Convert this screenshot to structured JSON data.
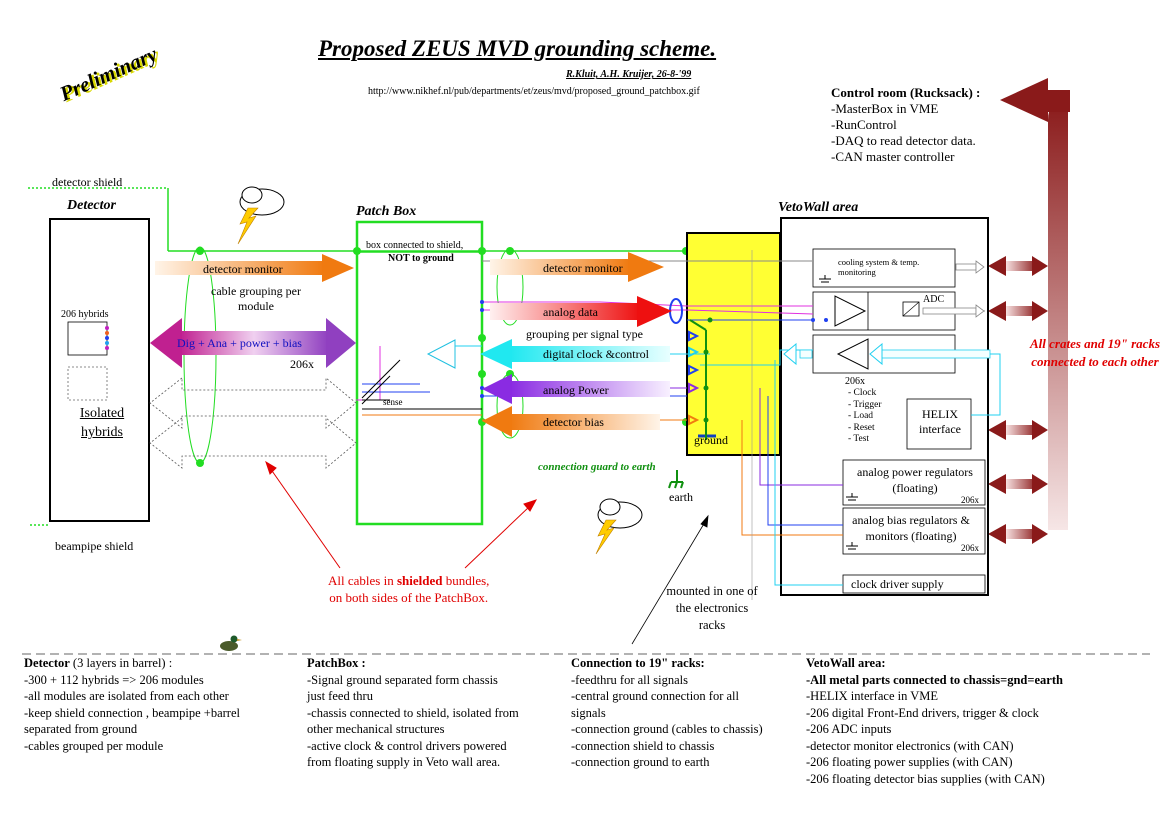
{
  "header": {
    "title": "Proposed ZEUS MVD grounding scheme.",
    "authors": "R.Kluit, A.H. Kruijer, 26-8-'99",
    "url": "http://www.nikhef.nl/pub/departments/et/zeus/mvd/proposed_ground_patchbox.gif",
    "stamp": "Preliminary"
  },
  "control_room": {
    "heading": "Control room (Rucksack) :",
    "items": [
      "-MasterBox in VME",
      "-RunControl",
      "-DAQ to read detector data.",
      "-CAN master controller"
    ]
  },
  "detector": {
    "shield_label": "detector shield",
    "title": "Detector",
    "hybrids_label": "206 hybrids",
    "isolated_label": "Isolated hybrids",
    "beampipe_label": "beampipe shield",
    "monitor_arrow": "detector monitor",
    "cable_grouping": "cable grouping per module",
    "bundle_label": "Dig + Ana + power + bias",
    "bundle_count": "206x"
  },
  "patchbox": {
    "title": "Patch Box",
    "note_line1": "box connected to shield,",
    "note_line2": "NOT to ground",
    "sense_label": "sense"
  },
  "signals": {
    "detector_monitor": "detector monitor",
    "analog_data": "analog data",
    "grouping": "grouping per signal type",
    "digital_clock": "digital clock &control",
    "analog_power": "analog Power",
    "detector_bias": "detector bias",
    "ground": "ground",
    "guard": "connection guard to earth",
    "earth": "earth"
  },
  "vetowall": {
    "title": "VetoWall area",
    "cooling": "cooling system & temp. monitoring",
    "adc": "ADC",
    "count": "206x",
    "driver_signals": [
      "- Clock",
      "- Trigger",
      "- Load",
      "- Reset",
      "- Test"
    ],
    "helix": "HELIX interface",
    "power_regulators": "analog power regulators (floating)",
    "bias_regulators": "analog bias regulators & monitors (floating)",
    "clock_driver": "clock driver supply"
  },
  "crates_note": "All crates and 19\" racks connected to each other",
  "cables_note": {
    "prefix": "All cables in ",
    "shielded": "shielded",
    "suffix": " bundles,",
    "line2": "on both sides of the PatchBox."
  },
  "mounted_note": "mounted in one of the electronics racks",
  "notes": {
    "detector": {
      "heading": "Detector",
      "heading_rest": " (3 layers in barrel) :",
      "lines": [
        "-300 + 112 hybrids => 206 modules",
        "-all modules are isolated from each other",
        "-keep shield connection , beampipe +barrel",
        " separated from ground",
        "-cables grouped per module"
      ]
    },
    "patchbox": {
      "heading": "PatchBox :",
      "lines": [
        "-Signal ground separated  form chassis",
        " just feed thru",
        "-chassis connected to shield, isolated  from",
        " other mechanical structures",
        "-active clock & control drivers powered",
        " from floating supply in Veto wall area."
      ]
    },
    "connection": {
      "heading": "Connection to 19\" racks:",
      "lines": [
        "-feedthru  for all signals",
        "-central ground connection for all",
        " signals",
        "-connection ground (cables to chassis)",
        "-connection shield to chassis",
        "-connection ground to earth"
      ]
    },
    "vetowall": {
      "heading": "VetoWall area:",
      "lines": [
        "-All metal parts connected to chassis=gnd=earth",
        "-HELIX interface in VME",
        "-206 digital Front-End drivers, trigger & clock",
        "-206 ADC inputs",
        "-detector monitor electronics (with CAN)",
        "-206 floating power supplies (with CAN)",
        "-206 floating detector bias supplies (with CAN)"
      ]
    }
  },
  "colors": {
    "shield_green": "#22dd22",
    "patchbox_yellow": "#ffff33",
    "arrow_orange": "#f08020",
    "arrow_red": "#ee2020",
    "arrow_cyan": "#33f0f0",
    "arrow_purple": "#9933ee",
    "rucksack_red": "#992222",
    "bundle_magenta": "#c040a0"
  }
}
